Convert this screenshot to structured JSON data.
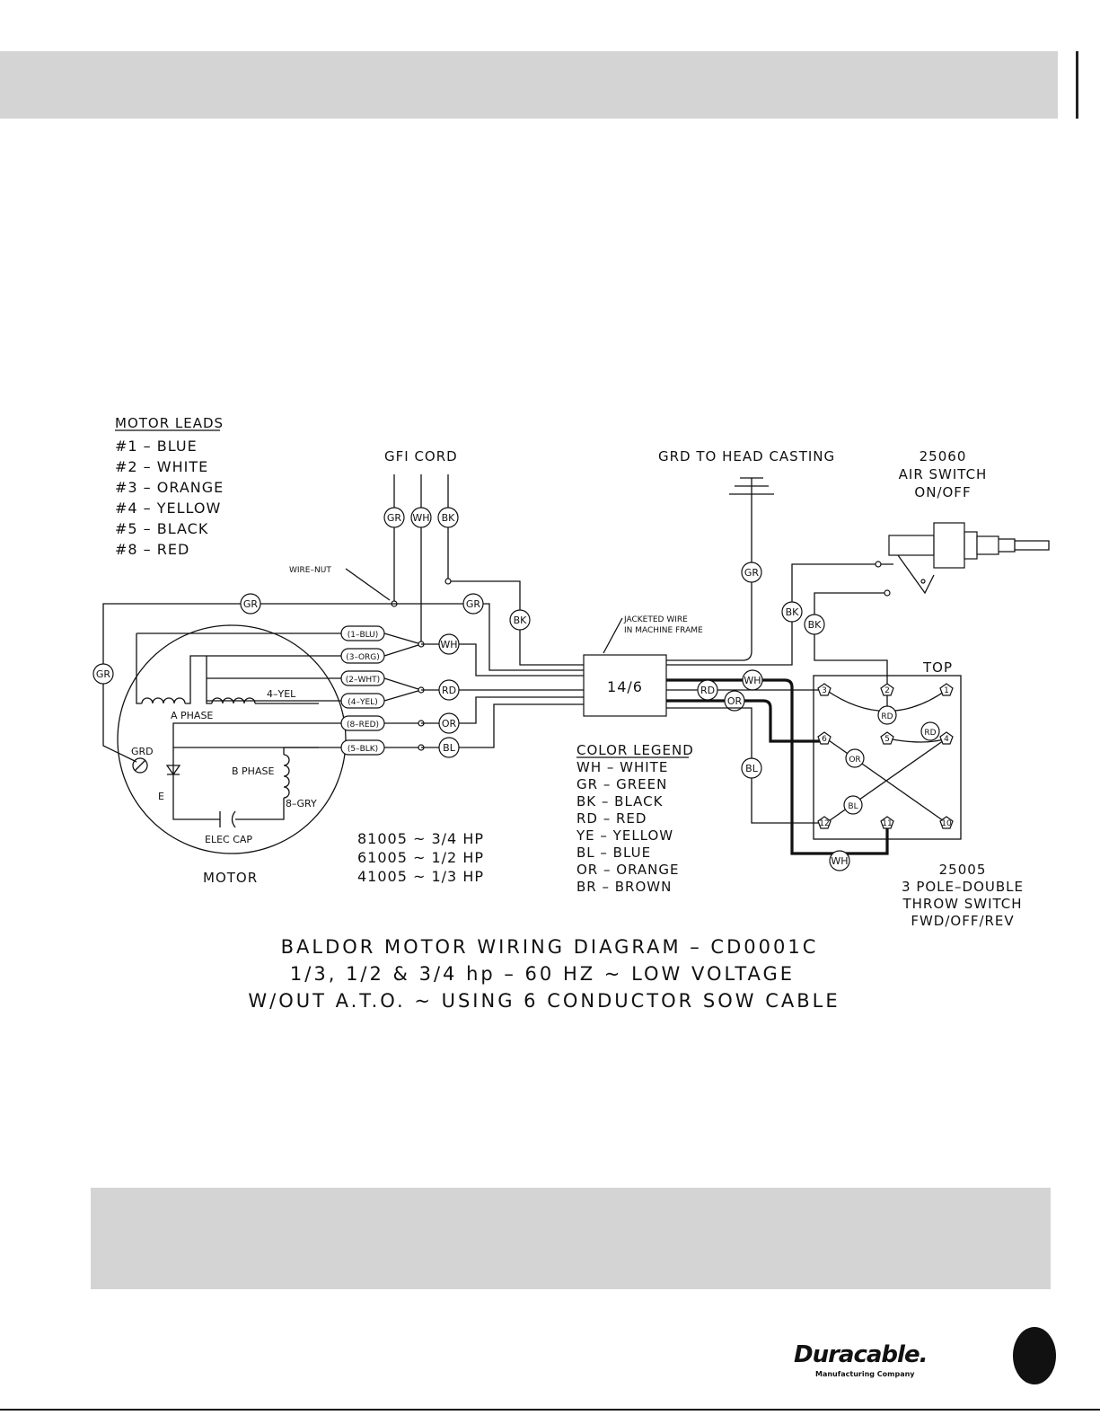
{
  "motor_leads": {
    "heading": "MOTOR LEADS",
    "items": [
      "#1  – BLUE",
      "#2  – WHITE",
      "#3  – ORANGE",
      "#4  – YELLOW",
      "#5  – BLACK",
      "#8  – RED"
    ]
  },
  "gfi_cord": {
    "label": "GFI CORD",
    "tags": [
      "GR",
      "WH",
      "BK"
    ]
  },
  "ground": {
    "label": "GRD TO HEAD CASTING",
    "tag": "GR"
  },
  "air_switch": {
    "part": "25060",
    "name": "AIR SWITCH",
    "mode": "ON/OFF"
  },
  "wire_nut_label": "WIRE–NUT",
  "jacket": {
    "line1": "JACKETED WIRE",
    "line2": "IN MACHINE FRAME",
    "cable": "14/6"
  },
  "motor": {
    "lead_tags": [
      "(1–BLU)",
      "(3–ORG)",
      "(2–WHT)",
      "(4–YEL)",
      "(8–RED)",
      "(5–BLK)"
    ],
    "a_phase": "A PHASE",
    "b_phase": "B PHASE",
    "yel_label": "4–YEL",
    "gry_label": "8–GRY",
    "grd": "GRD",
    "e": "E",
    "cap": "ELEC CAP",
    "label": "MOTOR"
  },
  "tags": {
    "gr_left": "GR",
    "gr_mid": "GR",
    "bk_main": "BK",
    "wh_main": "WH",
    "rd_main": "RD",
    "or_main": "OR",
    "bl_main": "BL",
    "wh_out": "WH",
    "rd_out": "RD",
    "or_out": "OR",
    "bl_out": "BL",
    "bk_a": "BK",
    "bk_b": "BK",
    "wh_bottom": "WH"
  },
  "switch": {
    "top": "TOP",
    "terminals": [
      "3",
      "2",
      "1",
      "6",
      "5",
      "4",
      "12",
      "11",
      "10"
    ],
    "inner_tags": [
      "RD",
      "RD",
      "OR",
      "BL"
    ],
    "part": "25005",
    "line1": "3 POLE–DOUBLE",
    "line2": "THROW SWITCH",
    "line3": "FWD/OFF/REV"
  },
  "models": [
    "81005  ~  3/4  HP",
    "61005  ~  1/2  HP",
    "41005  ~  1/3  HP"
  ],
  "color_legend": {
    "heading": "COLOR LEGEND",
    "items": [
      "WH  – WHITE",
      "GR  – GREEN",
      "BK  – BLACK",
      "RD  – RED",
      "YE  – YELLOW",
      "BL  – BLUE",
      "OR  – ORANGE",
      "BR  – BROWN"
    ]
  },
  "title": {
    "line1": "BALDOR  MOTOR  WIRING  DIAGRAM  –  CD0001C",
    "line2": "1/3,  1/2  &  3/4  hp  –  60  HZ  ~  LOW  VOLTAGE",
    "line3": "W/OUT  A.T.O.   ~  USING  6  CONDUCTOR  SOW  CABLE"
  },
  "logo": {
    "word": "Duracable.",
    "sub": "Manufacturing Company"
  }
}
